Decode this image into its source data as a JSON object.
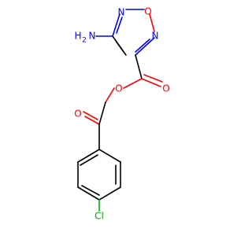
{
  "molecule": {
    "colors": {
      "carbon_bond": "#000000",
      "oxygen": "#ff0000",
      "nitrogen": "#0000ff",
      "chlorine": "#00b400"
    },
    "labels": {
      "ring_n_top": "N",
      "ring_o": "O",
      "ring_n_right": "N",
      "amine_n": "N",
      "amine_h": "H",
      "amine_sub": "2",
      "carbonyl_o_ester": "O",
      "ester_o": "O",
      "ketone_o": "O",
      "chlorine": "Cl"
    }
  }
}
